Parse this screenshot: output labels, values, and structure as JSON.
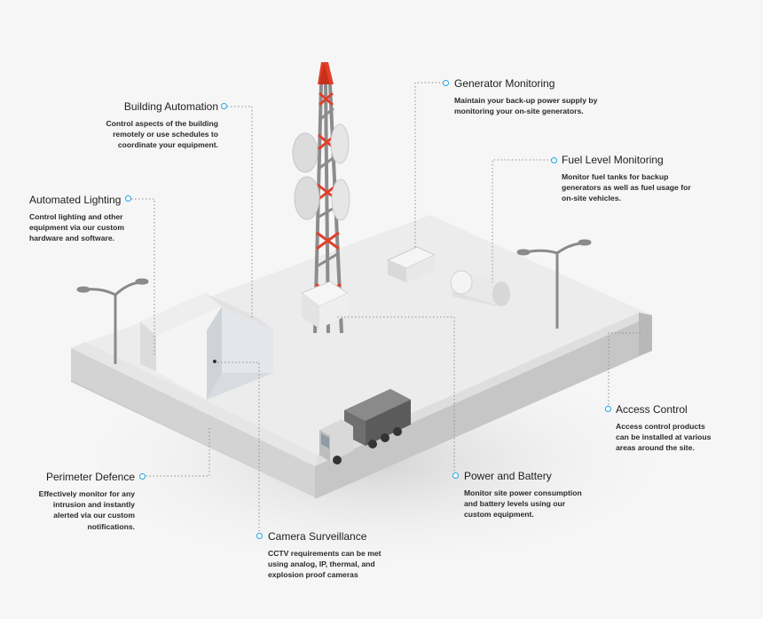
{
  "colors": {
    "accent": "#1fa3e0",
    "tower_red": "#e0402a",
    "wall": "#d6d6d6",
    "ground": "#ececec"
  },
  "labels": [
    {
      "id": "building-automation",
      "title": "Building Automation",
      "lines": [
        "Control aspects of the building",
        "remotely or use schedules to",
        "coordinate your equipment."
      ]
    },
    {
      "id": "automated-lighting",
      "title": "Automated Lighting",
      "lines": [
        "Control lighting and other",
        "equipment via our custom",
        "hardware and software."
      ]
    },
    {
      "id": "perimeter-defence",
      "title": "Perimeter Defence",
      "lines": [
        "Effectively monitor for any",
        "intrusion and instantly",
        "alerted via our custom",
        "notifications."
      ]
    },
    {
      "id": "camera-surveillance",
      "title": "Camera Surveillance",
      "lines": [
        "CCTV requirements can be met",
        "using analog, IP, thermal, and",
        "explosion proof cameras"
      ]
    },
    {
      "id": "generator-monitoring",
      "title": "Generator Monitoring",
      "lines": [
        "Maintain your back-up power supply by",
        "monitoring your on-site generators."
      ]
    },
    {
      "id": "fuel-level-monitoring",
      "title": "Fuel Level Monitoring",
      "lines": [
        "Monitor fuel tanks for backup",
        "generators as well as fuel usage for",
        "on-site vehicles."
      ]
    },
    {
      "id": "access-control",
      "title": "Access Control",
      "lines": [
        "Access control products",
        "can be installed at various",
        "areas around the site."
      ]
    },
    {
      "id": "power-and-battery",
      "title": "Power and Battery",
      "lines": [
        "Monitor site power consumption",
        "and battery levels using our",
        "custom equipment."
      ]
    }
  ]
}
